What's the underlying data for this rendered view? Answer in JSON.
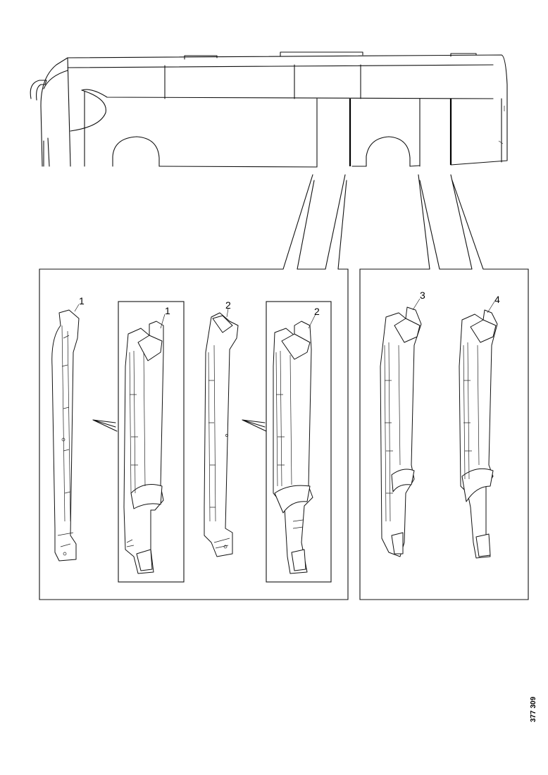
{
  "callouts": {
    "part_1": "1",
    "part_2": "2",
    "part_3": "3",
    "part_4": "4"
  },
  "reference_code": "377 309",
  "colors": {
    "line": "#111111",
    "background": "#ffffff"
  }
}
